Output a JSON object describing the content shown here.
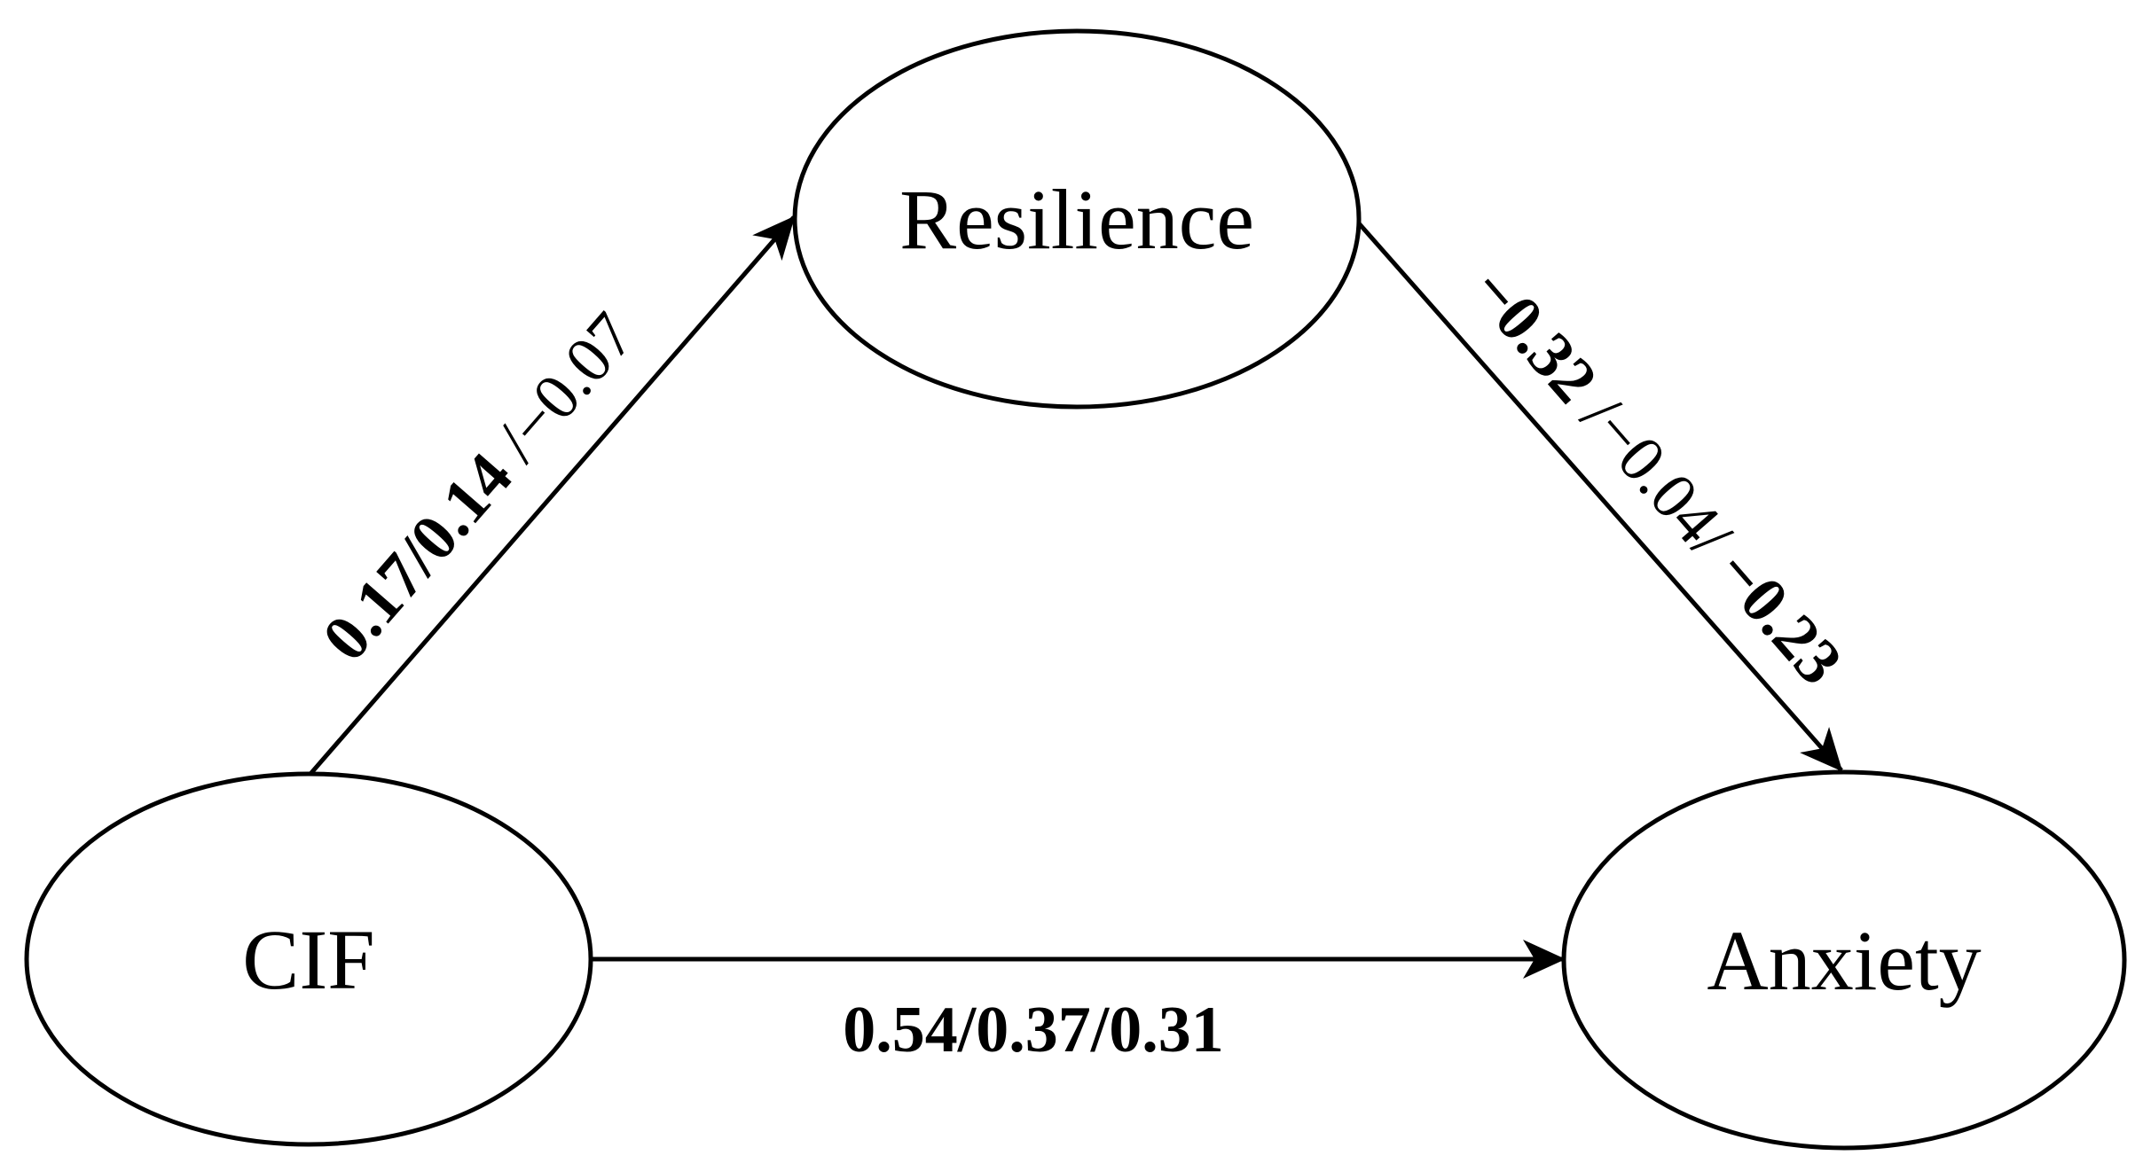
{
  "figure": {
    "type": "mediation-path-diagram",
    "background_color": "#ffffff",
    "ink_color": "#000000",
    "nodes": {
      "resilience": {
        "label": "Resilience"
      },
      "cif": {
        "label": "CIF"
      },
      "anxiety": {
        "label": "Anxiety"
      }
    },
    "edges": {
      "cif_to_resilience": {
        "from": "CIF",
        "to": "Resilience",
        "part1_bold": "0.17/0.14",
        "part2_regular": "/−0.07"
      },
      "resilience_to_anxiety": {
        "from": "Resilience",
        "to": "Anxiety",
        "part1_bold": "−0.32",
        "part2_regular": "/−0.04/",
        "part3_bold": "−0.23"
      },
      "cif_to_anxiety": {
        "from": "CIF",
        "to": "Anxiety",
        "part1_bold": "0.54/0.37/0.31"
      }
    }
  }
}
